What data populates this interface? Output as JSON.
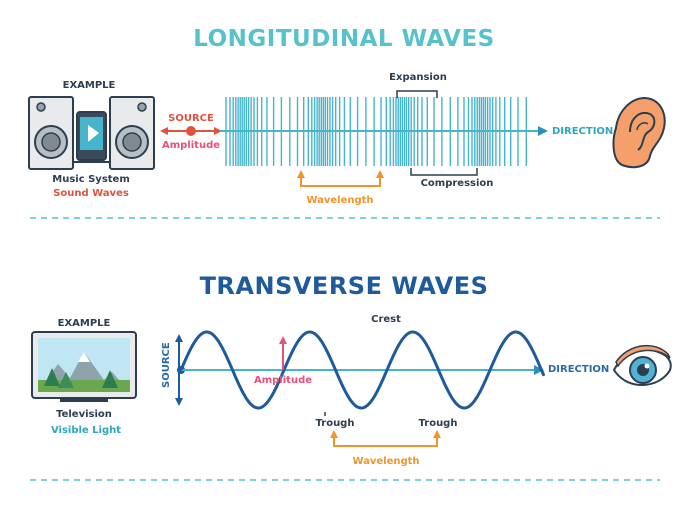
{
  "longitudinal": {
    "title": "LONGITUDINAL WAVES",
    "example_label": "EXAMPLE",
    "source_name": "Music System",
    "source_wave": "Sound Waves",
    "source_label": "SOURCE",
    "amplitude_label": "Amplitude",
    "expansion_label": "Expansion",
    "compression_label": "Compression",
    "wavelength_label": "Wavelength",
    "direction_label": "DIRECTION",
    "receiver_icon": "ear-icon",
    "device_icon": "music-system-icon"
  },
  "transverse": {
    "title": "TRANSVERSE WAVES",
    "example_label": "EXAMPLE",
    "source_name": "Television",
    "source_wave": "Visible Light",
    "source_label": "SOURCE",
    "amplitude_label": "Amplitude",
    "crest_label": "Crest",
    "trough_label_1": "Trough",
    "trough_label_2": "Trough",
    "wavelength_label": "Wavelength",
    "direction_label": "DIRECTION",
    "receiver_icon": "eye-icon",
    "device_icon": "television-icon"
  },
  "colors": {
    "teal": "#57c1cc",
    "navy": "#1e5a9c",
    "orange": "#f0952c",
    "red": "#e0533e",
    "pink": "#e8507a"
  }
}
